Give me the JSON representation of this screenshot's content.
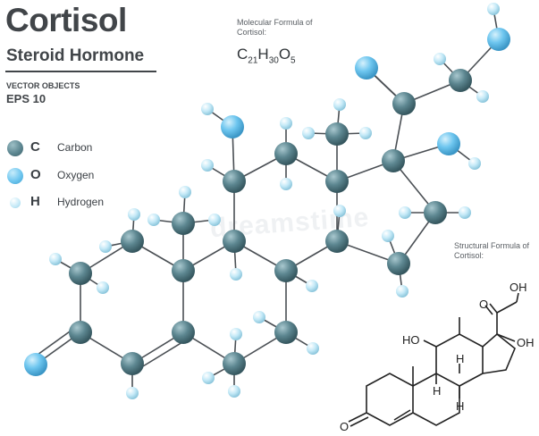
{
  "header": {
    "title": "Cortisol",
    "subtitle": "Steroid Hormone",
    "vector_label": "VECTOR OBJECTS",
    "eps_label": "EPS 10"
  },
  "molecular_formula": {
    "label": "Molecular Formula of Cortisol:",
    "c": "C",
    "c_n": "21",
    "h": "H",
    "h_n": "30",
    "o": "O",
    "o_n": "5"
  },
  "structural_formula": {
    "label": "Structural Formula of Cortisol:",
    "labels": {
      "oh_top": "OH",
      "o_ketone_side": "O",
      "ho_left": "HO",
      "oh_right": "OH",
      "h1": "H",
      "h2": "H",
      "h3": "H",
      "o_bottom": "O"
    }
  },
  "legend": [
    {
      "symbol": "C",
      "name": "Carbon",
      "color": "#5d8791"
    },
    {
      "symbol": "O",
      "name": "Oxygen",
      "color": "#6ec6ef"
    },
    {
      "symbol": "H",
      "name": "Hydrogen",
      "color": "#c4e9f7"
    }
  ],
  "colors": {
    "carbon": "#5d8791",
    "oxygen": "#6ec6ef",
    "hydrogen": "#c4e9f7",
    "bond": "#4a4f54",
    "text": "#414549"
  },
  "watermark": "dreamstime"
}
